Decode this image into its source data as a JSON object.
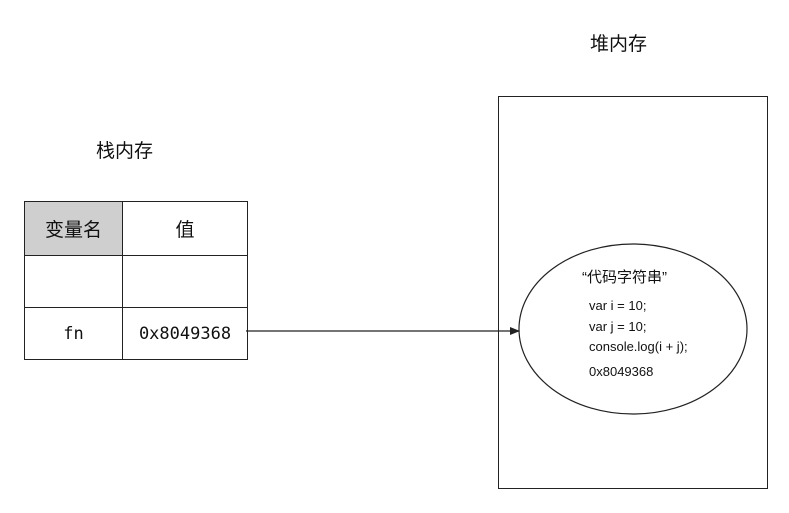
{
  "stack": {
    "title": "栈内存",
    "header": {
      "name": "变量名",
      "value": "值"
    },
    "rows": [
      {
        "name": "",
        "value": ""
      },
      {
        "name": "fn",
        "value": "0x8049368"
      }
    ]
  },
  "heap": {
    "title": "堆内存",
    "object": {
      "title": "“代码字符串”",
      "code_lines": [
        "var i = 10;",
        "var j = 10;",
        "console.log(i + j);"
      ],
      "address": "0x8049368"
    }
  },
  "colors": {
    "header_fill": "#cfcfcf",
    "line": "#222222"
  }
}
